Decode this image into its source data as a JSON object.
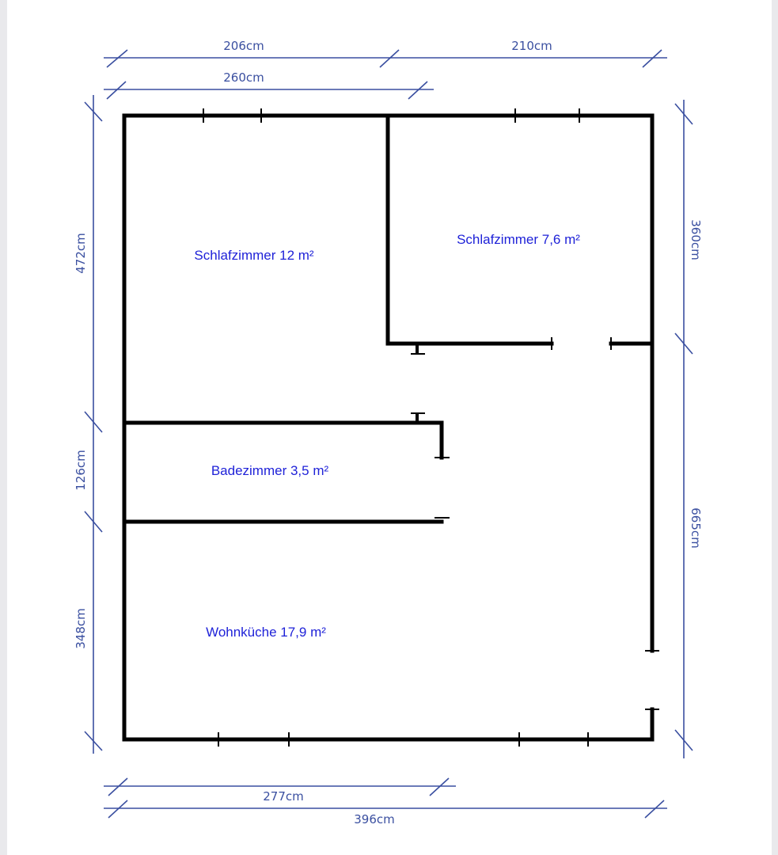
{
  "dimensions": {
    "top_left": "206cm",
    "top_right": "210cm",
    "top_inner": "260cm",
    "left_upper": "472cm",
    "left_middle": "126cm",
    "left_lower": "348cm",
    "right_upper": "360cm",
    "right_lower": "665cm",
    "bottom_inner": "277cm",
    "bottom_total": "396cm"
  },
  "rooms": {
    "bedroom_large": "Schlafzimmer 12 m²",
    "bedroom_small": "Schlafzimmer 7,6 m²",
    "bathroom": "Badezimmer 3,5 m²",
    "kitchen_living": "Wohnküche 17,9 m²"
  },
  "colors": {
    "dimension": "#3a4fa0",
    "label": "#1f22d8",
    "wall": "#000000"
  }
}
